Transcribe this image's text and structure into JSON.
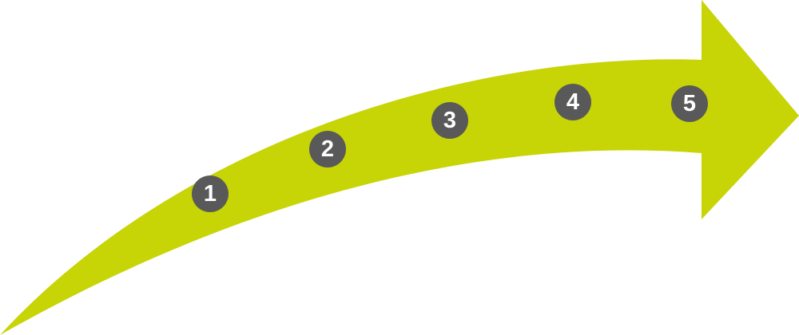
{
  "colors": {
    "arrow": "#c7d406",
    "step_badge": "#595959",
    "step_text": "#ffffff",
    "background": "#ffffff"
  },
  "steps": [
    {
      "label": "1"
    },
    {
      "label": "2"
    },
    {
      "label": "3"
    },
    {
      "label": "4"
    },
    {
      "label": "5"
    }
  ]
}
